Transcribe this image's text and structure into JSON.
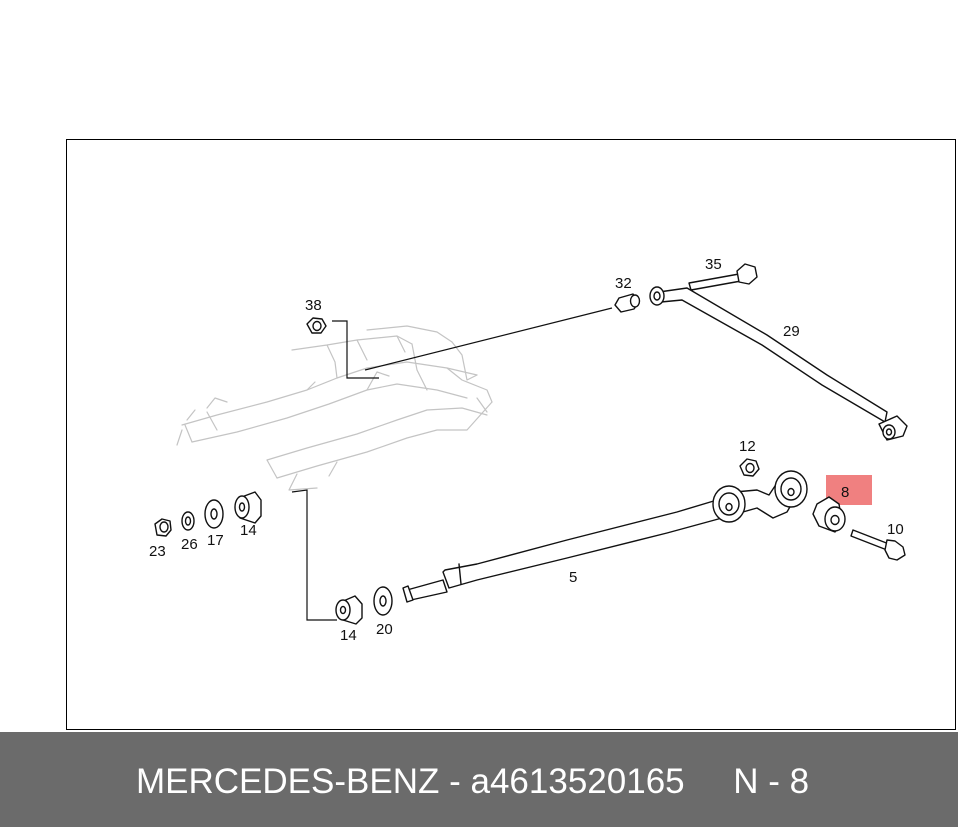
{
  "diagram": {
    "callouts": {
      "c38": "38",
      "c32": "32",
      "c35": "35",
      "c29": "29",
      "c12": "12",
      "c8": "8",
      "c10": "10",
      "c5": "5",
      "c23": "23",
      "c26": "26",
      "c17": "17",
      "c14a": "14",
      "c14b": "14",
      "c20": "20"
    },
    "highlight_color": "#f08080"
  },
  "footer": {
    "brand": "MERCEDES-BENZ",
    "separator": "-",
    "part_number": "a4613520165",
    "position_label": "N - 8"
  }
}
